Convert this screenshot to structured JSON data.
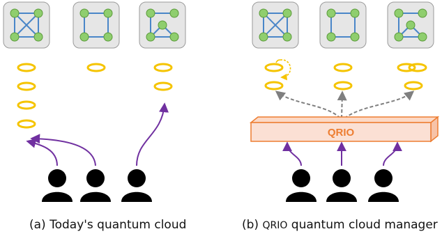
{
  "panel_a": {
    "caption": "(a) Today's quantum cloud",
    "devices": [
      {
        "topology": "square-with-diagonals",
        "qubit_queue_length": 4
      },
      {
        "topology": "square",
        "qubit_queue_length": 1
      },
      {
        "topology": "square-with-inner-node",
        "qubit_queue_length": 2
      }
    ],
    "users": 3
  },
  "panel_b": {
    "caption_prefix": "(b)",
    "caption_name": "QRIO",
    "caption_suffix": "quantum cloud manager",
    "manager_label": "QRIO",
    "devices": [
      {
        "topology": "square-with-diagonals"
      },
      {
        "topology": "square"
      },
      {
        "topology": "square-with-inner-node"
      }
    ],
    "users": 3
  },
  "colors": {
    "device_bg": "#e6e6e6",
    "qubit_node": "#8fce6e",
    "qubit_edge": "#4a86c8",
    "job_token": "#f5c400",
    "user_arrow": "#7030a0",
    "dispatch_arrow": "#7f7f7f",
    "manager_fill": "#fbe0d4",
    "manager_stroke": "#ed7d31"
  }
}
